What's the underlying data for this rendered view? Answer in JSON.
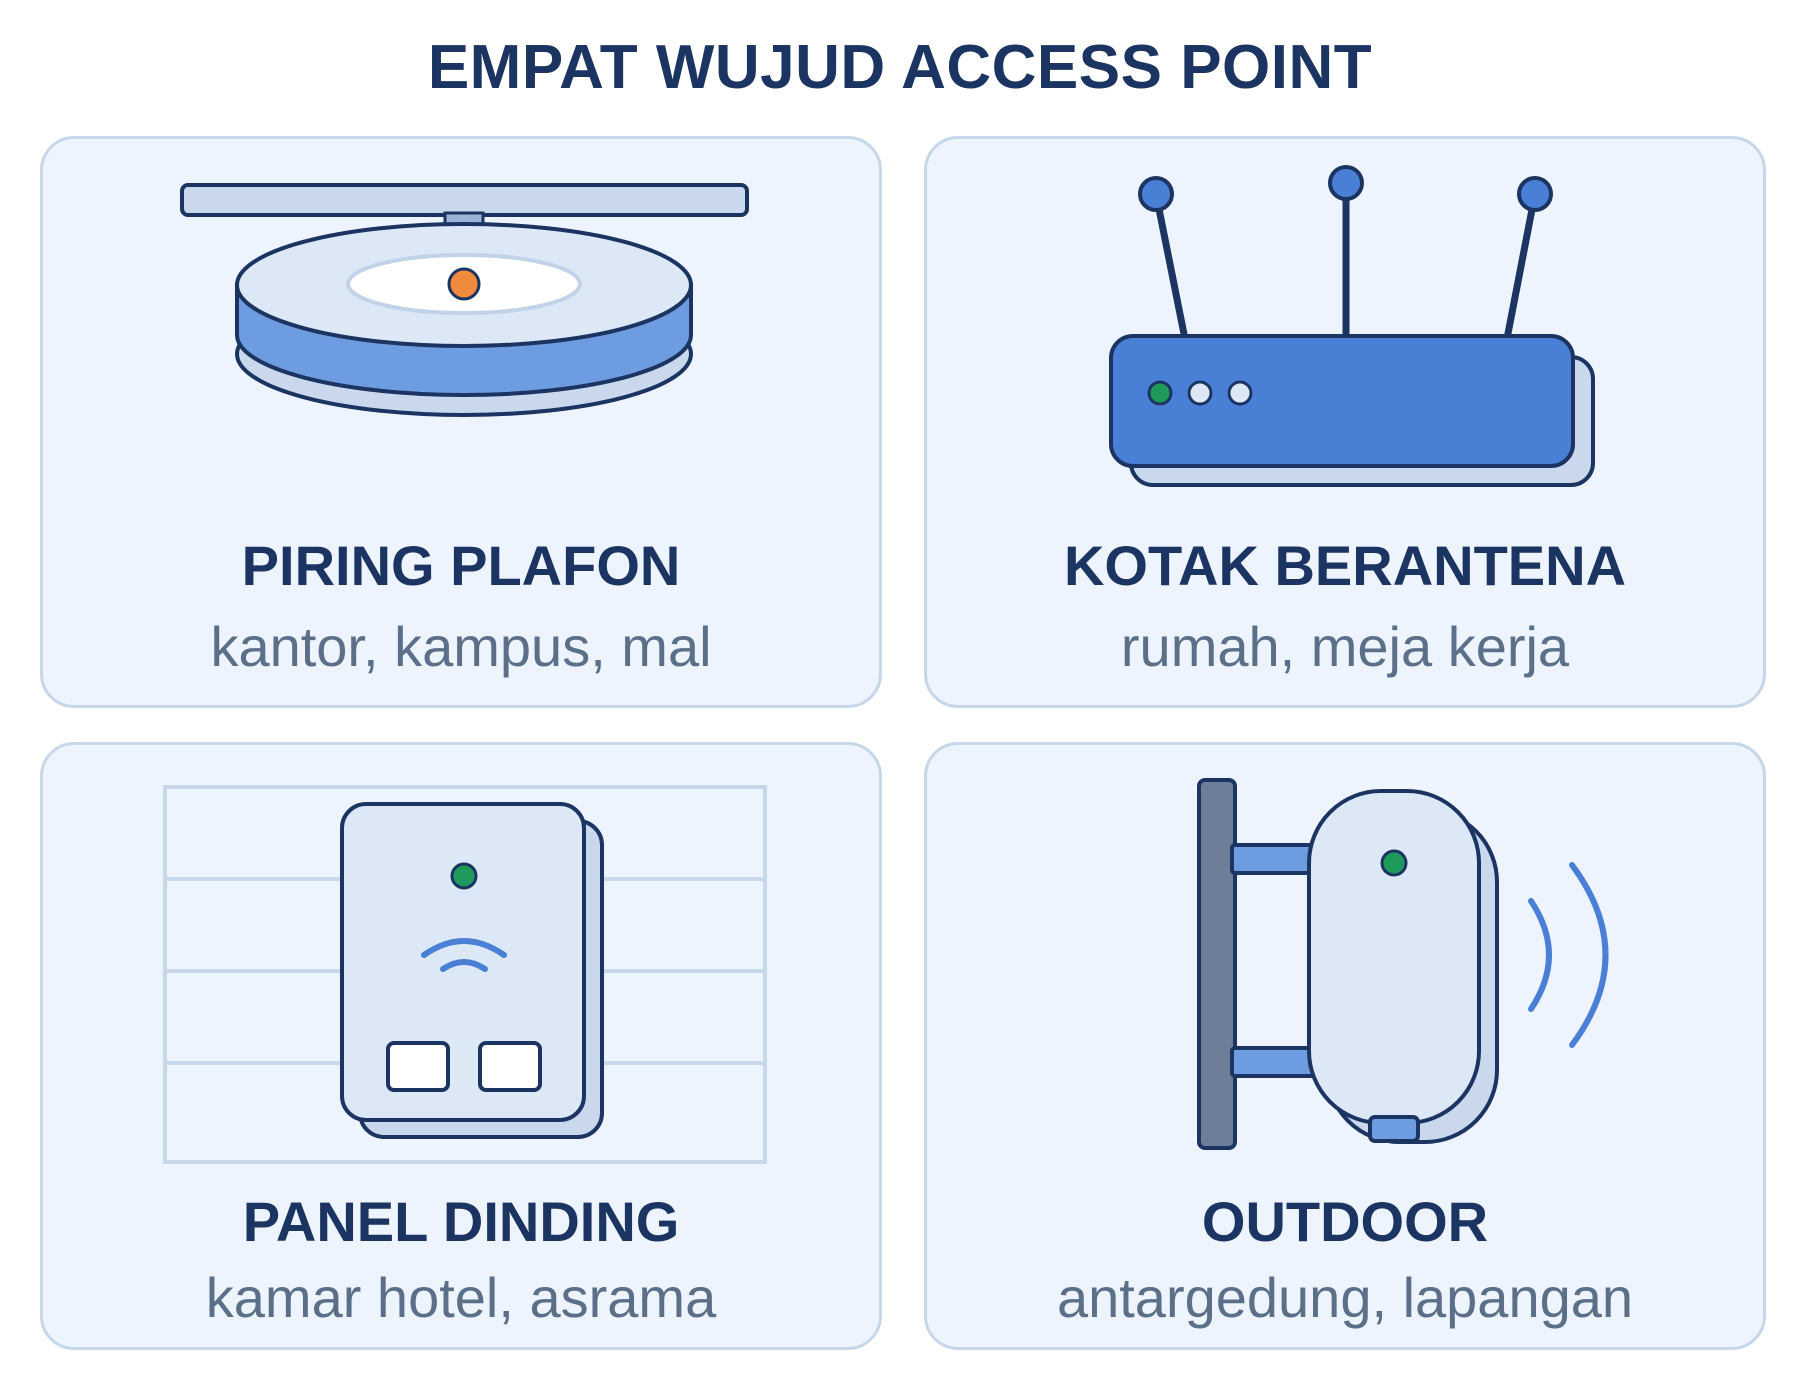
{
  "title": "EMPAT WUJUD ACCESS POINT",
  "cards": [
    {
      "title": "PIRING PLAFON",
      "subtitle": "kantor, kampus, mal",
      "icon": "ceiling-disc-ap-icon"
    },
    {
      "title": "KOTAK BERANTENA",
      "subtitle": "rumah, meja kerja",
      "icon": "antenna-router-icon"
    },
    {
      "title": "PANEL DINDING",
      "subtitle": "kamar hotel, asrama",
      "icon": "wall-panel-ap-icon"
    },
    {
      "title": "OUTDOOR",
      "subtitle": "antargedung, lapangan",
      "icon": "outdoor-ap-icon"
    }
  ],
  "colors": {
    "navy": "#1c3461",
    "card_bg": "#edf4fd",
    "card_border": "#c7d7ea",
    "blue": "#4a7fd6",
    "light_blue": "#dde8f6",
    "orange_led": "#f08a3c",
    "green_led": "#1e9a5b",
    "pole": "#6e7e98"
  }
}
